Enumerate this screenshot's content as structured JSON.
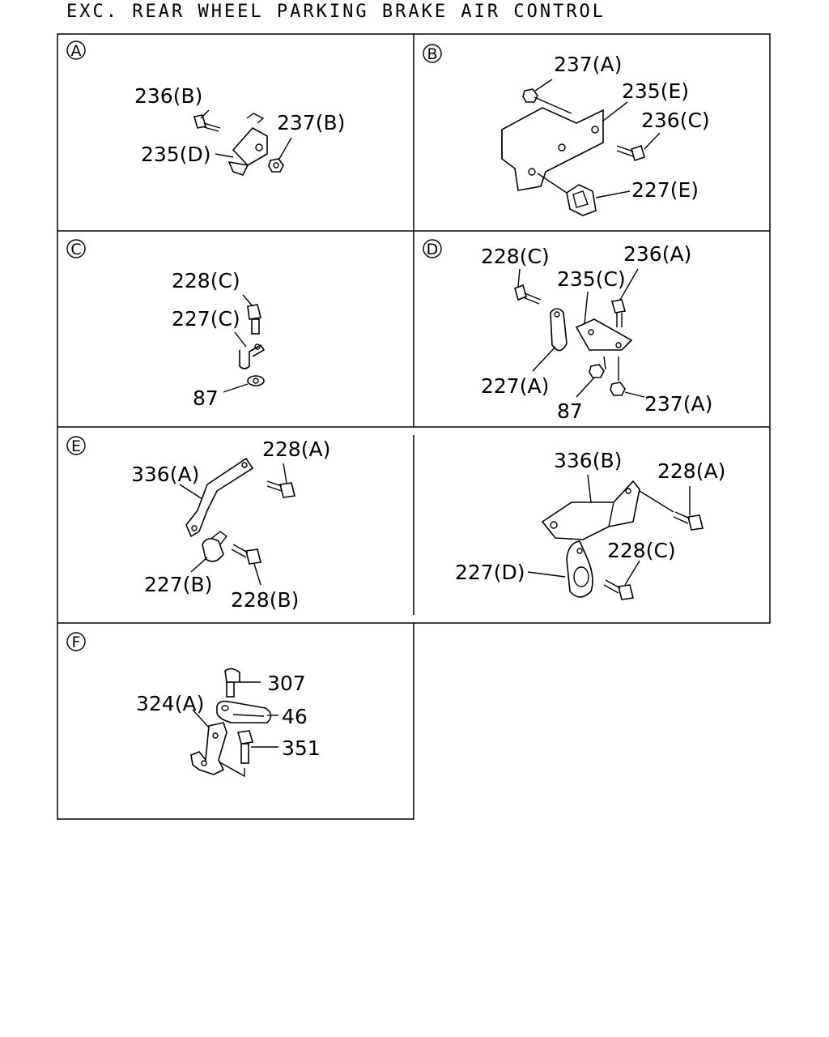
{
  "title": "EXC. REAR WHEEL PARKING BRAKE AIR CONTROL",
  "panels": {
    "A": {
      "marker": "A",
      "labels": [
        "236(B)",
        "237(B)",
        "235(D)"
      ]
    },
    "B": {
      "marker": "B",
      "labels": [
        "237(A)",
        "235(E)",
        "236(C)",
        "227(E)"
      ]
    },
    "C": {
      "marker": "C",
      "labels": [
        "228(C)",
        "227(C)",
        "87"
      ]
    },
    "D": {
      "marker": "D",
      "labels": [
        "228(C)",
        "236(A)",
        "235(C)",
        "227(A)",
        "87",
        "237(A)"
      ]
    },
    "E": {
      "marker": "E",
      "labels": [
        "228(A)",
        "336(A)",
        "227(B)",
        "228(B)"
      ]
    },
    "E2": {
      "labels": [
        "336(B)",
        "228(A)",
        "228(C)",
        "227(D)"
      ]
    },
    "F": {
      "marker": "F",
      "labels": [
        "307",
        "324(A)",
        "46",
        "351"
      ]
    }
  }
}
